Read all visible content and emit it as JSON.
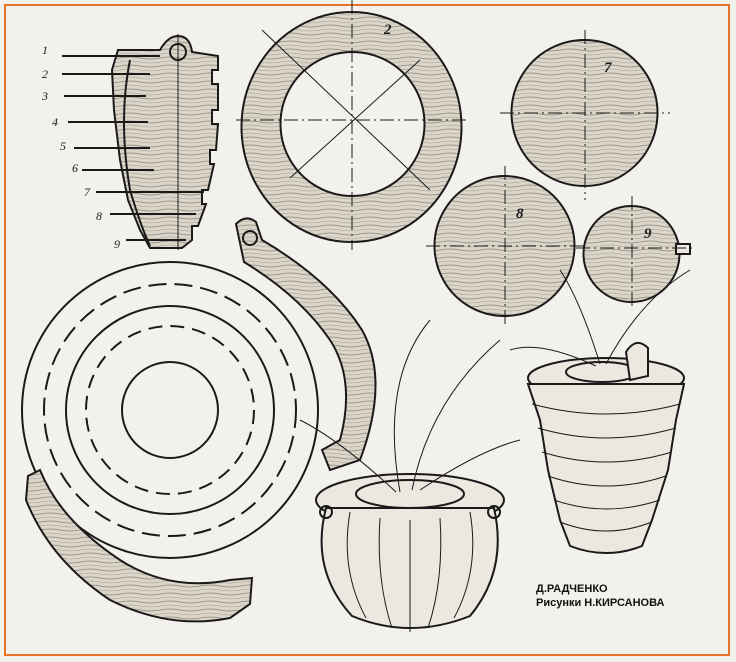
{
  "labels": {
    "l1": "1",
    "l2": "2",
    "l3": "3",
    "l4": "4",
    "l5": "5",
    "l6": "6",
    "l7": "7",
    "l8": "8",
    "l9": "9",
    "p2": "2",
    "p7": "7",
    "p8": "8",
    "p9": "9"
  },
  "credits": {
    "author": "Д.РАДЧЕНКО",
    "illustrator": "Рисунки Н.КИРСАНОВА"
  },
  "colors": {
    "border": "#e8742a",
    "ink": "#1a1a1a",
    "paper": "#f3f1ec"
  }
}
